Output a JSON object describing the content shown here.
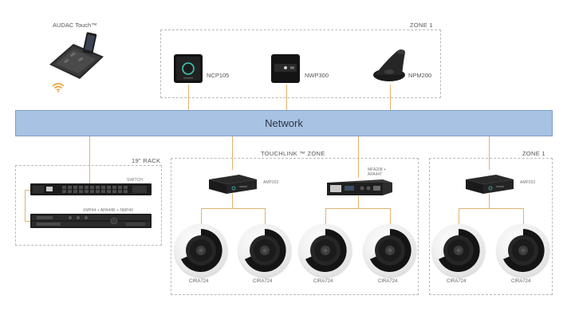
{
  "header": {
    "touch_title": "AUDAC Touch™"
  },
  "network": {
    "label": "Network"
  },
  "zones": {
    "top": {
      "label": "ZONE 1"
    },
    "rack": {
      "label": "19\" RACK"
    },
    "touchlink": {
      "label": "TOUCHLINK ™ ZONE"
    },
    "right": {
      "label": "ZONE 1"
    }
  },
  "devices": {
    "ncp": "NCP105",
    "nwp": "NWP300",
    "npm": "NPM200",
    "switch": "SWITCH",
    "rack_units": "XMP44 + APA44R + NMP40",
    "amp_left": "AMP203",
    "mfa_line1": "MFA208 +",
    "mfa_line2": "APA44T",
    "amp_right": "AMP203"
  },
  "speakers": [
    "CIRA724",
    "CIRA724",
    "CIRA724",
    "CIRA724",
    "CIRA724",
    "CIRA724"
  ],
  "colors": {
    "network_fill": "#a8c2e4",
    "link_line": "#e2b26e",
    "wifi": "#e8a33a",
    "led_ring": "#3fc7b8"
  }
}
